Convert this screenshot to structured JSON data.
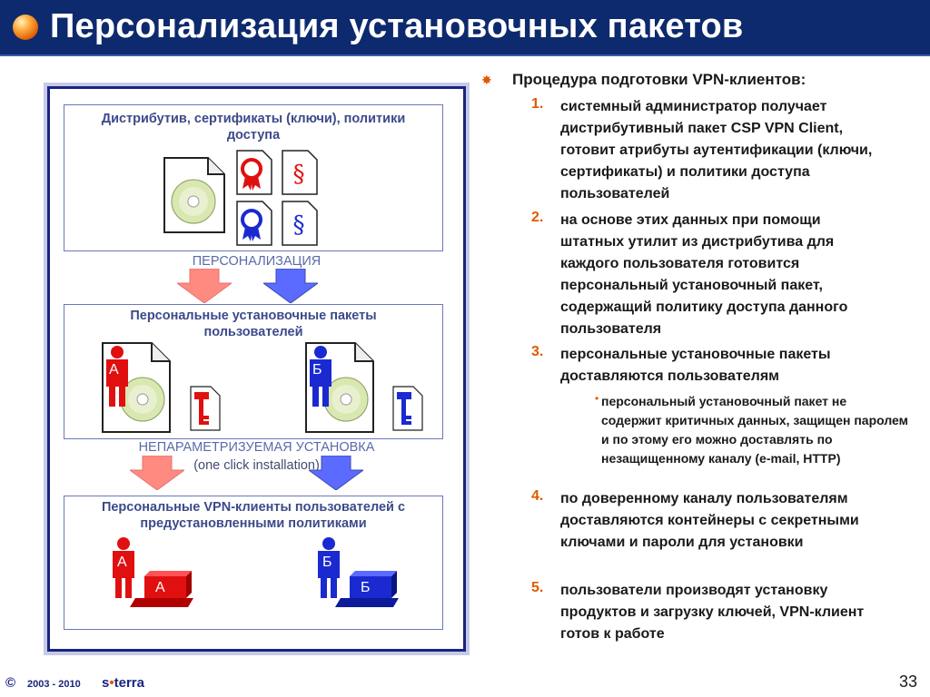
{
  "title": "Персонализация установочных пакетов",
  "diagram": {
    "box1_label": "Дистрибутив, сертификаты (ключи), политики доступа",
    "step1_label": "ПЕРСОНАЛИЗАЦИЯ",
    "box2_label": "Персональные установочные пакеты пользователей",
    "user_a": "А",
    "user_b": "Б",
    "step2_label": "НЕПАРАМЕТРИЗУЕМАЯ УСТАНОВКА",
    "step2_sub": "(one click installation)",
    "box3_label": "Персональные VPN-клиенты пользователей с предустановленными политиками",
    "colors": {
      "red": "#e01010",
      "blue": "#1a2ad0",
      "frame": "#1a237e"
    }
  },
  "content": {
    "heading": "Процедура подготовки VPN-клиентов:",
    "items": [
      {
        "num": "1.",
        "text": "системный администратор получает дистрибутивный пакет CSP VPN Client, готовит атрибуты аутентификации (ключи, сертификаты) и политики доступа пользователей"
      },
      {
        "num": "2.",
        "text": "на основе этих данных при помощи штатных утилит из дистрибутива для каждого пользователя готовится персональный установочный пакет, содержащий политику доступа данного пользователя"
      },
      {
        "num": "3.",
        "text": "персональные установочные пакеты доставляются пользователям"
      },
      {
        "num": "4.",
        "text": "по доверенному каналу пользователям доставляются контейнеры с секретными ключами и пароли для установки"
      },
      {
        "num": "5.",
        "text": "пользователи производят установку продуктов и загрузку ключей, VPN-клиент готов к работе"
      }
    ],
    "subitem": "персональный установочный пакет не содержит критичных данных, защищен паролем и по этому его можно доставлять по незащищенному каналу (e-mail, HTTP)"
  },
  "footer": {
    "copyright": "©",
    "years": "2003 - 2010",
    "logo_s": "s",
    "logo_dot": "•",
    "logo_rest": "terra",
    "page": "33"
  }
}
